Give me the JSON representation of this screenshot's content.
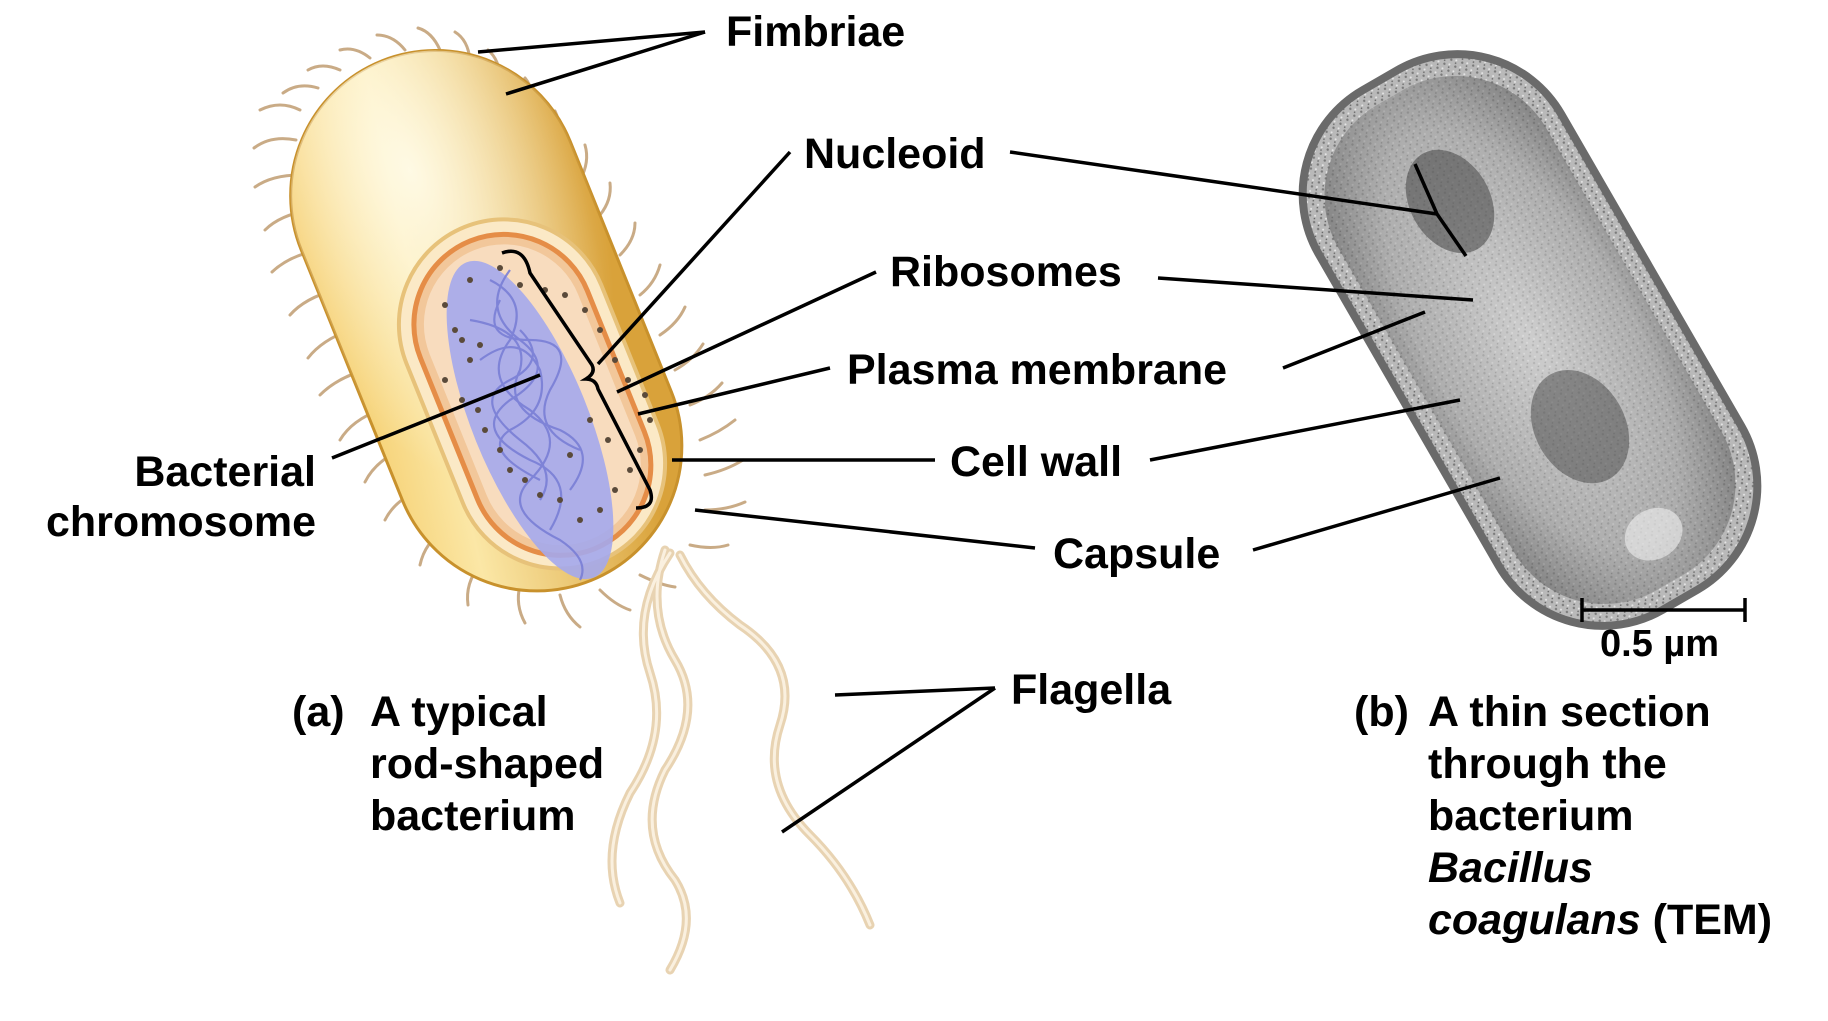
{
  "labels": {
    "fimbriae": "Fimbriae",
    "nucleoid": "Nucleoid",
    "ribosomes": "Ribosomes",
    "plasma_membrane": "Plasma membrane",
    "cell_wall": "Cell wall",
    "capsule": "Capsule",
    "flagella": "Flagella",
    "bacterial_chromosome_line1": "Bacterial",
    "bacterial_chromosome_line2": "chromosome"
  },
  "caption_a": {
    "marker": "(a)",
    "line1": "A typical",
    "line2": "rod-shaped",
    "line3": "bacterium"
  },
  "caption_b": {
    "marker": "(b)",
    "line1": "A thin section",
    "line2": "through the",
    "line3": "bacterium",
    "line4": "Bacillus",
    "line5_italic": "coagulans",
    "line5_rest": " (TEM)"
  },
  "scale_bar": {
    "label": "0.5 µm"
  },
  "colors": {
    "capsule": "#e8b64a",
    "cell_interior": "#f6d9b5",
    "chromosome": "#9a9fe6",
    "flagella": "#efdcc0"
  }
}
